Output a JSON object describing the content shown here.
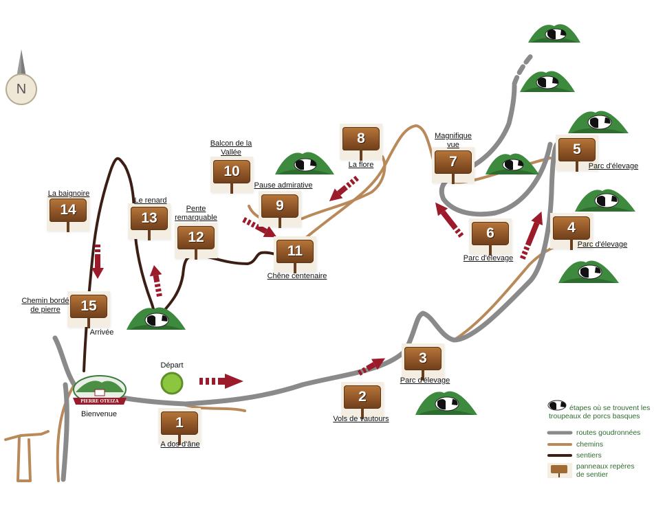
{
  "compass": {
    "letter": "N"
  },
  "logo": {
    "text": "PIERRE OTEIZA"
  },
  "colors": {
    "road": "#8a8a8a",
    "chemin": "#b9895a",
    "sentier": "#3b1f14",
    "arrow": "#9b1b2a",
    "legend_text": "#2e6b2f",
    "depart_circle": "#8cc63f"
  },
  "stages": [
    {
      "num": "1",
      "label": "A dos d'âne"
    },
    {
      "num": "2",
      "label": "Vols de vautours"
    },
    {
      "num": "3",
      "label": "Parc d'élevage"
    },
    {
      "num": "4",
      "label": "Parc d'élevage"
    },
    {
      "num": "5",
      "label": "Parc d'élevage"
    },
    {
      "num": "6",
      "label": "Parc d'élevage"
    },
    {
      "num": "7",
      "label": "Magnifique vue"
    },
    {
      "num": "8",
      "label": "La flore"
    },
    {
      "num": "9",
      "label": "Pause admirative"
    },
    {
      "num": "10",
      "label": "Balcon de la Vallée"
    },
    {
      "num": "11",
      "label": "Chêne centenaire"
    },
    {
      "num": "12",
      "label": "Pente remarquable"
    },
    {
      "num": "13",
      "label": "Le renard"
    },
    {
      "num": "14",
      "label": "La baignoire"
    },
    {
      "num": "15",
      "label": "Chemin bordé de pierre"
    }
  ],
  "places": {
    "depart": "Départ",
    "arrivee": "Arrivée",
    "bienvenue": "Bienvenue"
  },
  "legend": {
    "pigs": "étapes où se trouvent les troupeaux de porcs basques",
    "roads": "routes goudronnées",
    "chemins": "chemins",
    "sentiers": "sentiers",
    "panneaux": "panneaux repères de sentier"
  }
}
